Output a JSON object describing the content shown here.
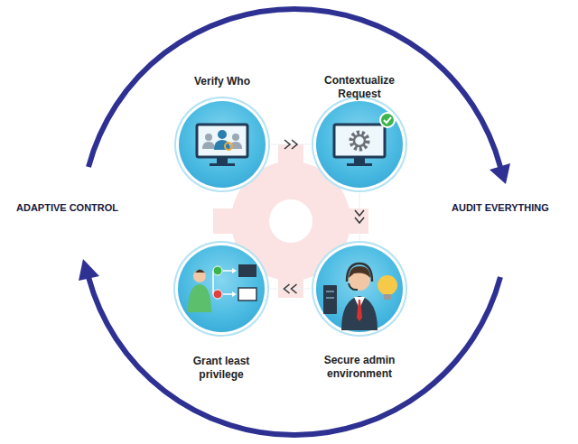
{
  "diagram": {
    "nodes": [
      {
        "text": [
          "Verify Who"
        ]
      },
      {
        "text": [
          "Contextualize Request"
        ]
      },
      {
        "text": [
          "Secure admin environment"
        ]
      },
      {
        "text": [
          "Grant least privilege"
        ]
      }
    ],
    "edges": [
      {
        "from": 0,
        "to": 1,
        "arrow": "to"
      },
      {
        "from": 1,
        "to": 2,
        "arrow": "to"
      },
      {
        "from": 2,
        "to": 3,
        "arrow": "to"
      }
    ],
    "labels": [
      "ADAPTIVE CONTROL",
      "AUDIT EVERYTHING"
    ]
  }
}
